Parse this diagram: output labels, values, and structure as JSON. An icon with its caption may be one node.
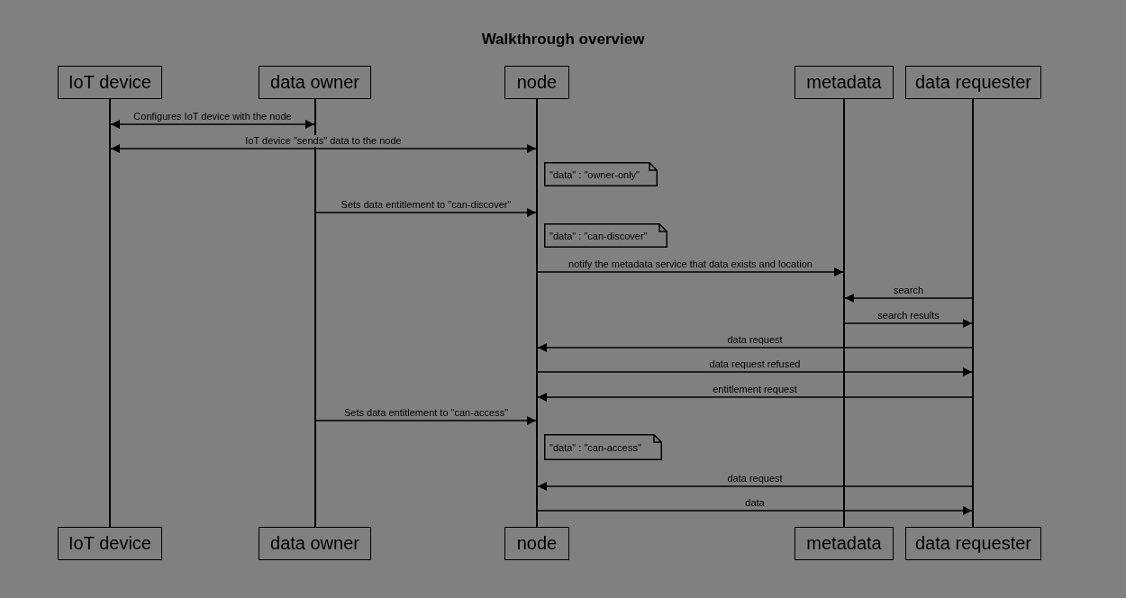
{
  "diagram": {
    "title": "Walkthrough overview",
    "nodes": [
      {
        "text": [
          "IoT device"
        ]
      },
      {
        "text": [
          "data owner"
        ]
      },
      {
        "text": [
          "node"
        ]
      },
      {
        "text": [
          "metadata"
        ]
      },
      {
        "text": [
          "data requester"
        ]
      },
      {
        "text": [],
        "shape": "line"
      },
      {
        "text": [],
        "shape": "line"
      },
      {
        "text": [],
        "shape": "line"
      },
      {
        "text": [],
        "shape": "line"
      },
      {
        "text": [],
        "shape": "line"
      },
      {
        "text": [
          "\"data\" : \"owner-only\""
        ]
      },
      {
        "text": [
          "\"data\" : \"can-discover\""
        ]
      },
      {
        "text": [
          "\"data\" : \"can-access\""
        ]
      },
      {
        "text": [
          "IoT device"
        ]
      },
      {
        "text": [
          "data owner"
        ]
      },
      {
        "text": [
          "node"
        ]
      },
      {
        "text": [
          "metadata"
        ]
      },
      {
        "text": [
          "data requester"
        ]
      }
    ],
    "edges": [
      {
        "from": 5,
        "to": 6,
        "arrow": "both",
        "label": "Configures IoT device with the node"
      },
      {
        "from": 5,
        "to": 7,
        "arrow": "both",
        "label": "IoT device \"sends\" data to the node"
      },
      {
        "from": 6,
        "to": 7,
        "arrow": "to",
        "label": "Sets data entitlement to \"can-discover\""
      },
      {
        "from": 7,
        "to": 8,
        "arrow": "to",
        "label": "notify the metadata service that data exists and location"
      },
      {
        "from": 9,
        "to": 8,
        "arrow": "to",
        "label": "search"
      },
      {
        "from": 8,
        "to": 9,
        "arrow": "to",
        "label": "search results"
      },
      {
        "from": 9,
        "to": 7,
        "arrow": "to",
        "label": "data request"
      },
      {
        "from": 7,
        "to": 9,
        "arrow": "to",
        "label": "data request refused"
      },
      {
        "from": 9,
        "to": 7,
        "arrow": "to",
        "label": "entitlement request"
      },
      {
        "from": 6,
        "to": 7,
        "arrow": "to",
        "label": "Sets data entitlement to \"can-access\""
      },
      {
        "from": 9,
        "to": 7,
        "arrow": "to",
        "label": "data request"
      },
      {
        "from": 7,
        "to": 9,
        "arrow": "to",
        "label": "data"
      }
    ]
  }
}
